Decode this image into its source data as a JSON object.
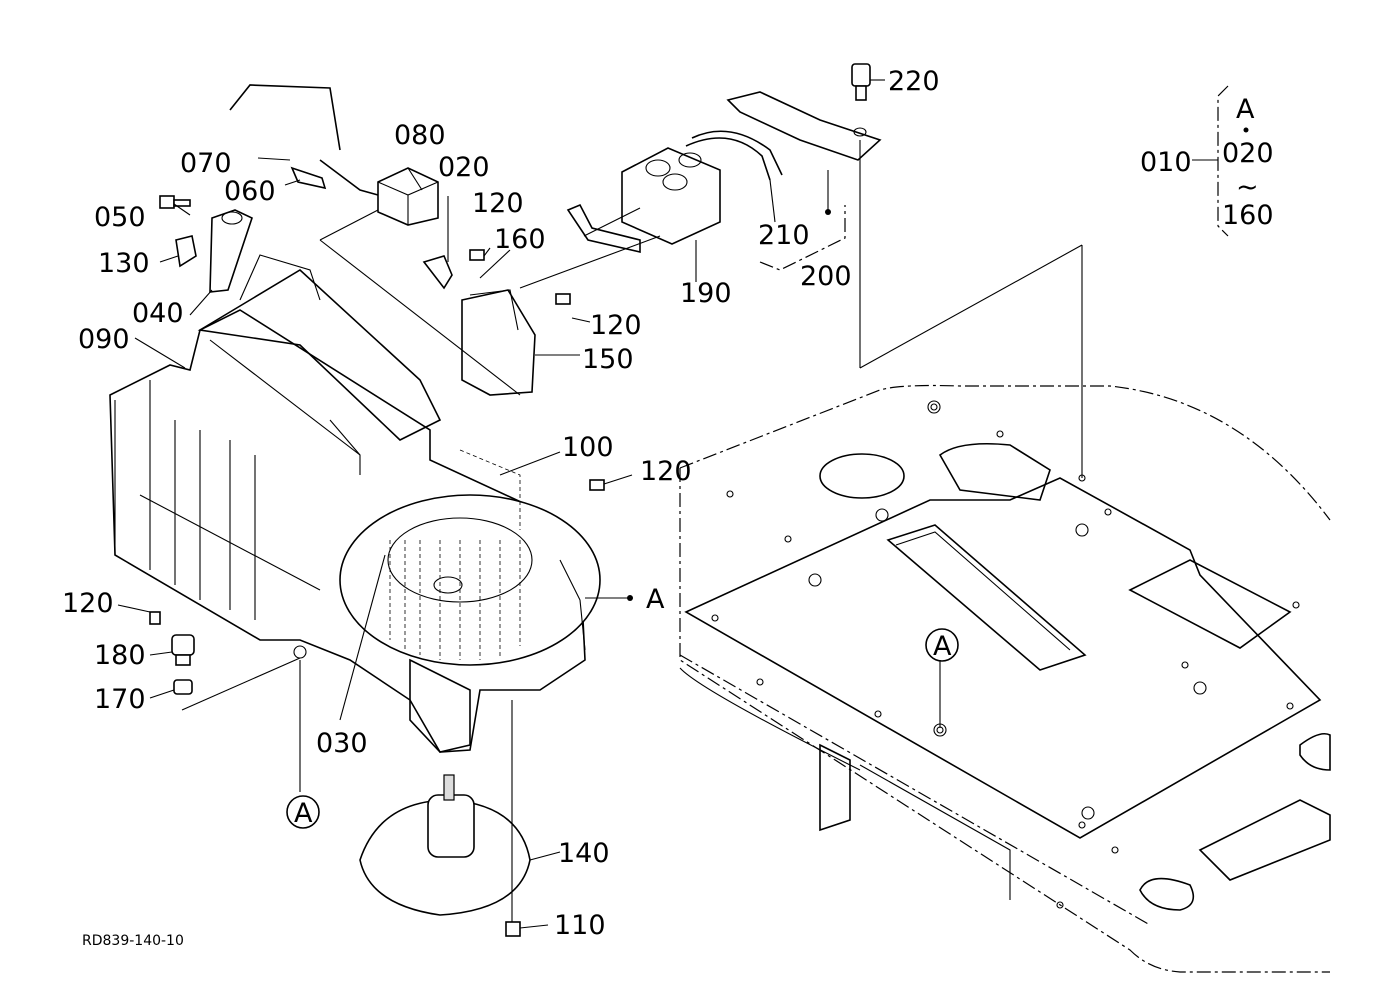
{
  "diagram": {
    "drawing_code": "RD839-140-10",
    "callouts": {
      "p010": "010",
      "p020": "020",
      "p030": "030",
      "p040": "040",
      "p050": "050",
      "p060": "060",
      "p070": "070",
      "p080": "080",
      "p090": "090",
      "p100": "100",
      "p110": "110",
      "p120a": "120",
      "p120b": "120",
      "p120c": "120",
      "p120d": "120",
      "p130": "130",
      "p140": "140",
      "p150": "150",
      "p160": "160",
      "p170": "170",
      "p180": "180",
      "p190": "190",
      "p200": "200",
      "p210": "210",
      "p220": "220"
    },
    "group_bracket": {
      "top": "A",
      "middle": "020",
      "range_mark": "~",
      "bottom": "160"
    },
    "reference_marker": "A"
  }
}
